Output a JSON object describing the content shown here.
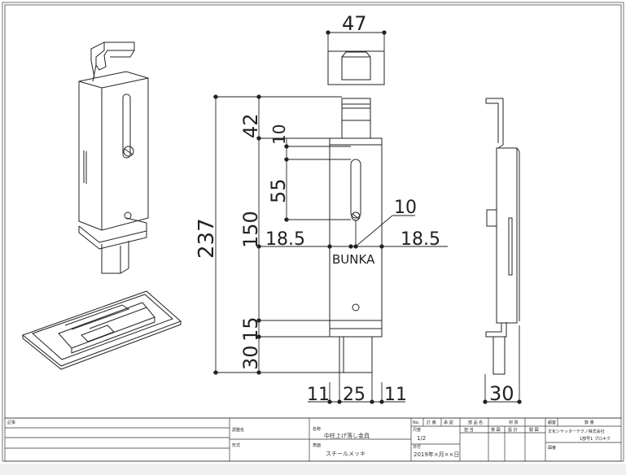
{
  "front_view": {
    "dims": {
      "top_width": "47",
      "total_height": "237",
      "head": "42",
      "slot_offset": "10",
      "slot_length": "55",
      "body": "150",
      "lower_a": "30",
      "lower_b": "15",
      "left_half": "18.5",
      "right_half": "18.5",
      "screw": "10",
      "bottom_a": "11",
      "bottom_b": "25",
      "bottom_c": "11"
    },
    "brand": "BUNKA"
  },
  "side_view": {
    "dims": {
      "depth": "30"
    }
  },
  "title_block": {
    "notes_label": "記事",
    "product_code_label": "調整名",
    "format_label": "形式",
    "name_label": "名称",
    "name_value": "中柱上げ落し金具",
    "finish_label": "表面",
    "finish_value": "スチールメッキ",
    "no_label": "No.",
    "revision_label": "訂 番",
    "approved_label": "承 認",
    "part_name_label": "部 品 名",
    "material_label": "材 質",
    "quantity_label": "数 量",
    "count_label": "個 数",
    "check_label": "検 図",
    "design_label": "設 計",
    "draw_label": "製 図",
    "scale_label": "尺度",
    "scale_value": "1/2",
    "date_label": "日付",
    "date_value": "2019年×月××日",
    "work_label": "顧客",
    "drafter_label": "担 当",
    "company_value": "文化シヤッターテクノ株式会社",
    "company_sub": "1部号1 プロキク",
    "notes2_label": "図番"
  }
}
